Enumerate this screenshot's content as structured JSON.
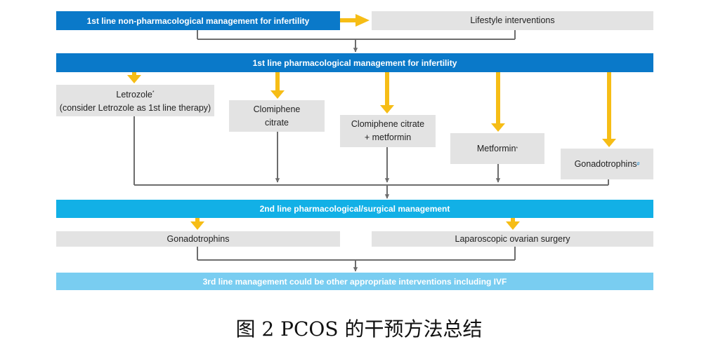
{
  "colors": {
    "bar_dark": "#0a79c9",
    "bar_mid": "#12b0e6",
    "bar_light": "#79cdf1",
    "box_grey": "#e3e3e3",
    "arrow_yellow": "#f6bd16",
    "arrow_grey": "#6d6d6d"
  },
  "row1": {
    "nonpharm": "1st line non-pharmacological management for infertility",
    "lifestyle": "Lifestyle interventions"
  },
  "row2": {
    "pharm": "1st line pharmacological management for infertility"
  },
  "options": {
    "letrozole_line1": "Letrozole",
    "letrozole_mark": "*",
    "letrozole_line2": "(consider Letrozole as 1st line therapy)",
    "clomiphene_line1": "Clomiphene",
    "clomiphene_line2": "citrate",
    "clomiphene_metformin_line1": "Clomiphene citrate",
    "clomiphene_metformin_line2": "+ metformin",
    "metformin": "Metformin",
    "metformin_mark": "*",
    "gonadotrophins": "Gonadotrophins",
    "gonadotrophins_mark": "#"
  },
  "row4": {
    "second_line": "2nd line pharmacological/surgical management"
  },
  "row5": {
    "gonadotrophins": "Gonadotrophins",
    "laparoscopic": "Laparoscopic ovarian surgery"
  },
  "row6": {
    "third_line": "3rd line management could be other appropriate interventions including IVF"
  },
  "caption": "图 2 PCOS 的干预方法总结"
}
